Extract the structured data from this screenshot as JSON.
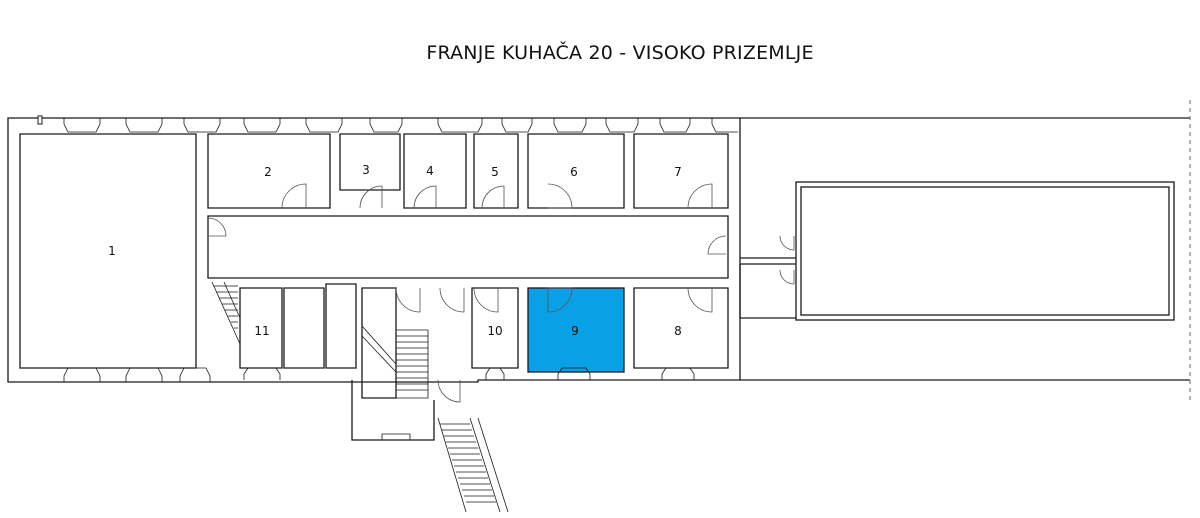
{
  "title": "FRANJE KUHAČA 20 - VISOKO PRIZEMLJE",
  "highlight_color": "#0aa0e6",
  "rooms": [
    {
      "id": "1",
      "label": "1",
      "highlighted": false
    },
    {
      "id": "2",
      "label": "2",
      "highlighted": false
    },
    {
      "id": "3",
      "label": "3",
      "highlighted": false
    },
    {
      "id": "4",
      "label": "4",
      "highlighted": false
    },
    {
      "id": "5",
      "label": "5",
      "highlighted": false
    },
    {
      "id": "6",
      "label": "6",
      "highlighted": false
    },
    {
      "id": "7",
      "label": "7",
      "highlighted": false
    },
    {
      "id": "8",
      "label": "8",
      "highlighted": false
    },
    {
      "id": "9",
      "label": "9",
      "highlighted": true
    },
    {
      "id": "10",
      "label": "10",
      "highlighted": false
    },
    {
      "id": "11",
      "label": "11",
      "highlighted": false
    }
  ]
}
